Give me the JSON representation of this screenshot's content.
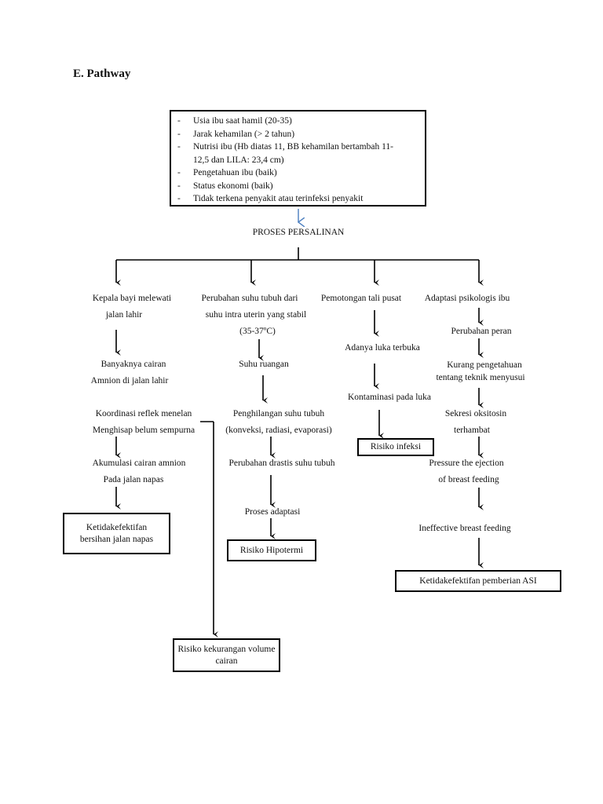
{
  "heading": "E. Pathway",
  "factors": [
    {
      "dash": "-",
      "text": "Usia ibu saat hamil (20-35)"
    },
    {
      "dash": "-",
      "text": "Jarak kehamilan (> 2 tahun)"
    },
    {
      "dash": "-",
      "text": "Nutrisi ibu (Hb diatas 11, BB kehamilan bertambah 11-"
    },
    {
      "dash": "",
      "text": "12,5 dan LILA: 23,4 cm)"
    },
    {
      "dash": "-",
      "text": "Pengetahuan ibu (baik)"
    },
    {
      "dash": "-",
      "text": "Status ekonomi  (baik)"
    },
    {
      "dash": "-",
      "text": "Tidak terkena penyakit atau terinfeksi penyakit"
    }
  ],
  "process": "PROSES PERSALINAN",
  "col1": {
    "n1a": "Kepala bayi melewati",
    "n1b": "jalan lahir",
    "n2a": "Banyaknya cairan",
    "n2b": "Amnion di jalan lahir",
    "n3a": "Koordinasi reflek menelan",
    "n3b": "Menghisap belum sempurna",
    "n4a": "Akumulasi cairan amnion",
    "n4b": "Pada jalan napas",
    "result_a": "Ketidakefektifan",
    "result_b": "bersihan jalan napas"
  },
  "col2": {
    "n1a": "Perubahan suhu tubuh dari",
    "n1b": "suhu intra uterin yang stabil",
    "n1c": "(35-37ºC)",
    "n2": "Suhu ruangan",
    "n3a": "Penghilangan suhu tubuh",
    "n3b": "(konveksi, radiasi, evaporasi)",
    "n4": "Perubahan drastis suhu tubuh",
    "n5": "Proses adaptasi",
    "result": "Risiko Hipotermi"
  },
  "col3": {
    "n1": "Pemotongan tali pusat",
    "n2": "Adanya luka terbuka",
    "n3": "Kontaminasi pada luka",
    "result": "Risiko infeksi"
  },
  "col4": {
    "n1": "Adaptasi psikologis ibu",
    "n2": "Perubahan peran",
    "n3a": "Kurang pengetahuan",
    "n3b": "tentang teknik menyusui",
    "n4a": "Sekresi oksitosin",
    "n4b": "terhambat",
    "n5a": "Pressure the ejection",
    "n5b": "of breast feeding",
    "n6": "Ineffective breast feeding",
    "result": "Ketidakefektifan pemberian ASI"
  },
  "volume": {
    "a": "Risiko kekurangan volume",
    "b": "cairan"
  },
  "colors": {
    "line": "#000000",
    "top_arrow": "#4a7ebf"
  }
}
